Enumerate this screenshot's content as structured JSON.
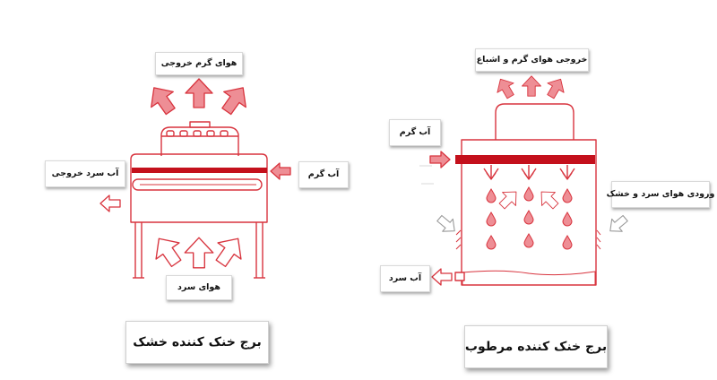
{
  "colors": {
    "stroke": "#d8343e",
    "fill": "#ee8e95",
    "bar": "#c4101c",
    "line": "#cfcfcf"
  },
  "dry_tower": {
    "title": "برج خنک کننده خشک",
    "hot_air_out": "هوای گرم خروجی",
    "cold_water_out": "آب سرد خروجی",
    "hot_water_in": "آب گرم",
    "cold_air_in": "هوای سرد"
  },
  "wet_tower": {
    "title": "برج خنک کننده مرطوب",
    "hot_humid_air_out": "خروجی هوای گرم و اشباع",
    "hot_water_in": "آب گرم",
    "cold_dry_air_in": "ورودی هوای سرد و خشک",
    "cold_water_out": "آب سرد"
  }
}
